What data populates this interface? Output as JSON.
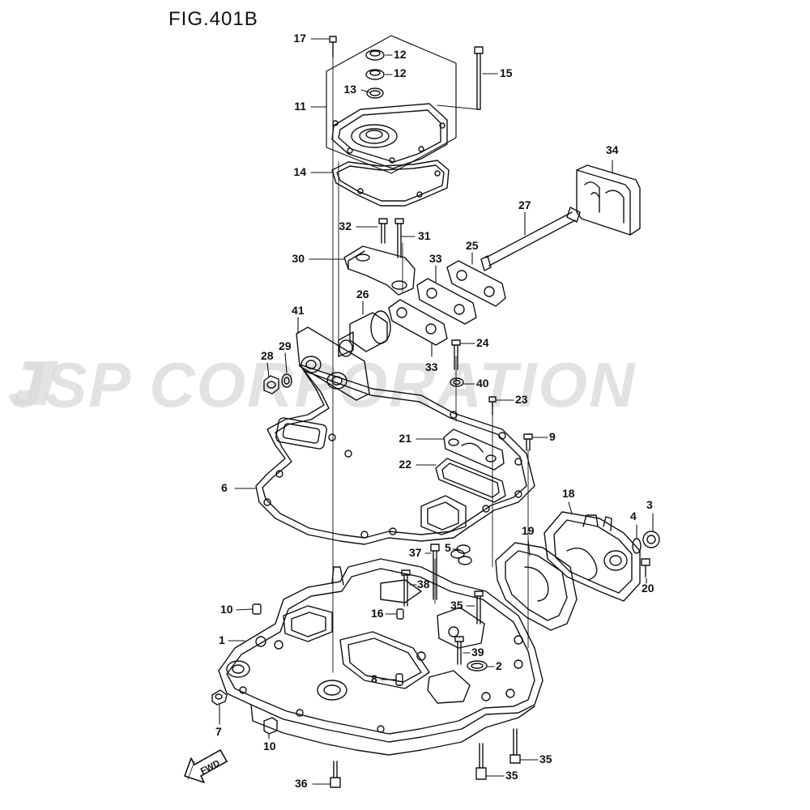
{
  "figure": {
    "title": "FIG.401B"
  },
  "watermark": {
    "text": "JSP CORPORATION"
  },
  "fwd_arrow": {
    "label": "FWD"
  },
  "callouts": [
    {
      "label": "17"
    },
    {
      "label": "12"
    },
    {
      "label": "12"
    },
    {
      "label": "13"
    },
    {
      "label": "11"
    },
    {
      "label": "15"
    },
    {
      "label": "14"
    },
    {
      "label": "34"
    },
    {
      "label": "27"
    },
    {
      "label": "32"
    },
    {
      "label": "31"
    },
    {
      "label": "25"
    },
    {
      "label": "30"
    },
    {
      "label": "33"
    },
    {
      "label": "26"
    },
    {
      "label": "41"
    },
    {
      "label": "33"
    },
    {
      "label": "24"
    },
    {
      "label": "28"
    },
    {
      "label": "29"
    },
    {
      "label": "40"
    },
    {
      "label": "23"
    },
    {
      "label": "9"
    },
    {
      "label": "21"
    },
    {
      "label": "22"
    },
    {
      "label": "6"
    },
    {
      "label": "18"
    },
    {
      "label": "3"
    },
    {
      "label": "4"
    },
    {
      "label": "19"
    },
    {
      "label": "5"
    },
    {
      "label": "37"
    },
    {
      "label": "38"
    },
    {
      "label": "20"
    },
    {
      "label": "10"
    },
    {
      "label": "35"
    },
    {
      "label": "16"
    },
    {
      "label": "1"
    },
    {
      "label": "39"
    },
    {
      "label": "2"
    },
    {
      "label": "8"
    },
    {
      "label": "7"
    },
    {
      "label": "10"
    },
    {
      "label": "35"
    },
    {
      "label": "35"
    },
    {
      "label": "36"
    }
  ]
}
